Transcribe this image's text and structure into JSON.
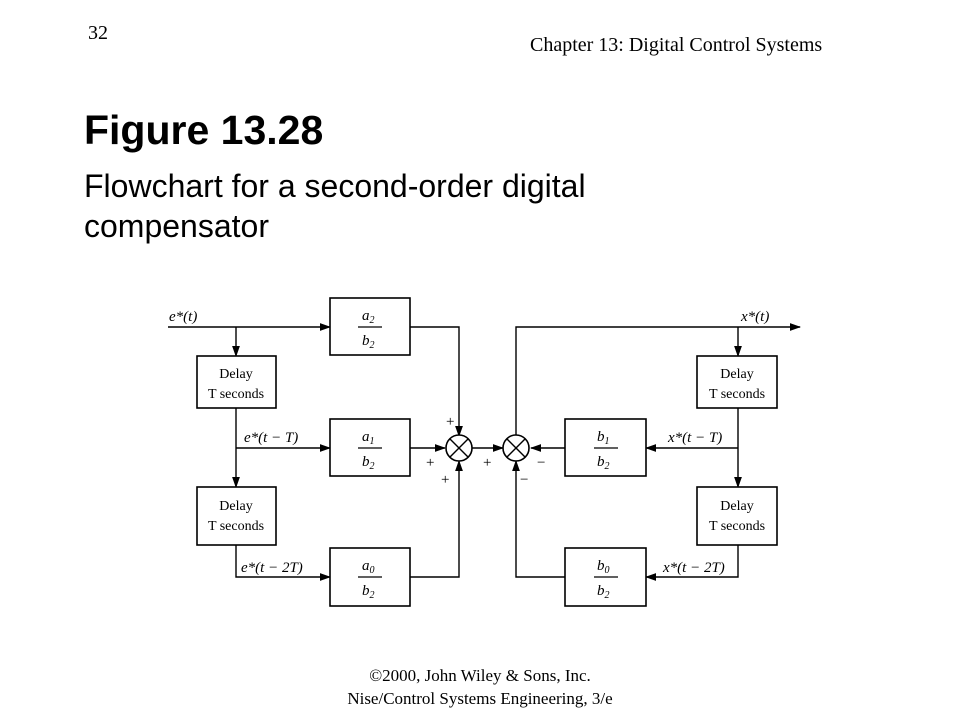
{
  "header": {
    "page_number": "32",
    "chapter": "Chapter 13: Digital Control Systems"
  },
  "figure": {
    "title": "Figure 13.28",
    "caption": "Flowchart for a second-order digital compensator"
  },
  "diagram": {
    "delay_label_line1": "Delay",
    "delay_label_line2": "T seconds",
    "gains": {
      "a2": {
        "num": "a",
        "num_sub": "2",
        "den": "b",
        "den_sub": "2"
      },
      "a1": {
        "num": "a",
        "num_sub": "1",
        "den": "b",
        "den_sub": "2"
      },
      "a0": {
        "num": "a",
        "num_sub": "0",
        "den": "b",
        "den_sub": "2"
      },
      "b1": {
        "num": "b",
        "num_sub": "1",
        "den": "b",
        "den_sub": "2"
      },
      "b0": {
        "num": "b",
        "num_sub": "0",
        "den": "b",
        "den_sub": "2"
      }
    },
    "signals": {
      "input": "e*(t)",
      "input_d1": "e*(t − T)",
      "input_d2": "e*(t − 2T)",
      "output": "x*(t)",
      "output_d1": "x*(t − T)",
      "output_d2": "x*(t − 2T)"
    },
    "signs": {
      "sum1_top": "+",
      "sum1_left": "+",
      "sum1_bottom": "+",
      "sum2_left": "+",
      "sum2_right": "−",
      "sum2_bottom": "−"
    }
  },
  "footer": {
    "line1": "©2000, John Wiley & Sons, Inc.",
    "line2": "Nise/Control Systems Engineering, 3/e"
  }
}
